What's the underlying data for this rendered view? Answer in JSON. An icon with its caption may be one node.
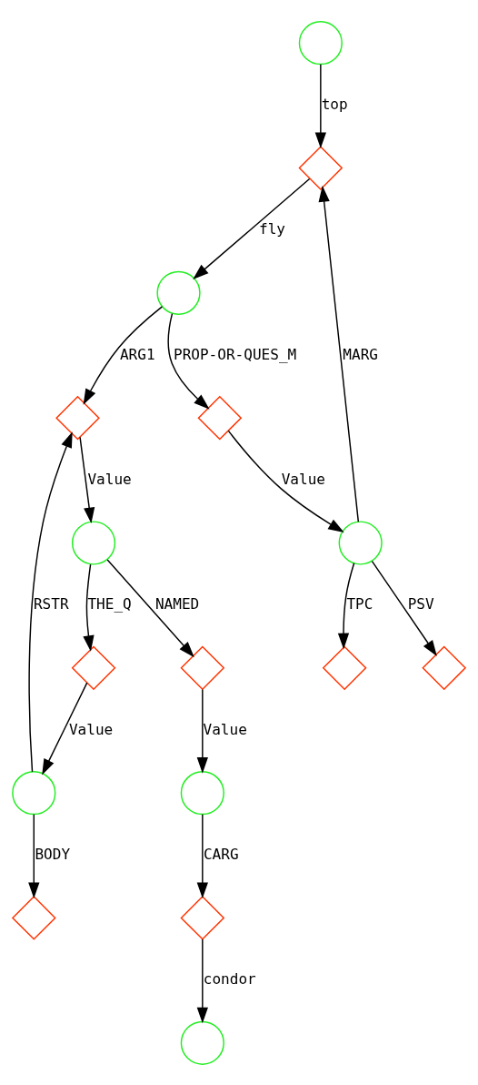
{
  "diagram": {
    "nodes": [
      {
        "text": [],
        "shape": "circle"
      },
      {
        "text": [],
        "shape": "diamond"
      },
      {
        "text": [],
        "shape": "circle"
      },
      {
        "text": [],
        "shape": "diamond"
      },
      {
        "text": [],
        "shape": "diamond"
      },
      {
        "text": [],
        "shape": "circle"
      },
      {
        "text": [],
        "shape": "circle"
      },
      {
        "text": [],
        "shape": "diamond"
      },
      {
        "text": [],
        "shape": "diamond"
      },
      {
        "text": [],
        "shape": "diamond"
      },
      {
        "text": [],
        "shape": "diamond"
      },
      {
        "text": [],
        "shape": "circle"
      },
      {
        "text": [],
        "shape": "circle"
      },
      {
        "text": [],
        "shape": "diamond"
      },
      {
        "text": [],
        "shape": "diamond"
      },
      {
        "text": [],
        "shape": "circle"
      }
    ],
    "edges": [
      {
        "from": 0,
        "to": 1,
        "arrow": "to",
        "label": "top"
      },
      {
        "from": 1,
        "to": 2,
        "arrow": "to",
        "label": "fly"
      },
      {
        "from": 2,
        "to": 3,
        "arrow": "to",
        "label": "ARG1"
      },
      {
        "from": 2,
        "to": 4,
        "arrow": "to",
        "label": "PROP-OR-QUES_M"
      },
      {
        "from": 6,
        "to": 1,
        "arrow": "to",
        "label": "MARG"
      },
      {
        "from": 3,
        "to": 5,
        "arrow": "to",
        "label": "Value"
      },
      {
        "from": 4,
        "to": 6,
        "arrow": "to",
        "label": "Value"
      },
      {
        "from": 11,
        "to": 3,
        "arrow": "to",
        "label": "RSTR"
      },
      {
        "from": 5,
        "to": 7,
        "arrow": "to",
        "label": "THE_Q"
      },
      {
        "from": 5,
        "to": 8,
        "arrow": "to",
        "label": "NAMED"
      },
      {
        "from": 6,
        "to": 9,
        "arrow": "to",
        "label": "TPC"
      },
      {
        "from": 6,
        "to": 10,
        "arrow": "to",
        "label": "PSV"
      },
      {
        "from": 7,
        "to": 11,
        "arrow": "to",
        "label": "Value"
      },
      {
        "from": 8,
        "to": 12,
        "arrow": "to",
        "label": "Value"
      },
      {
        "from": 11,
        "to": 13,
        "arrow": "to",
        "label": "BODY"
      },
      {
        "from": 12,
        "to": 14,
        "arrow": "to",
        "label": "CARG"
      },
      {
        "from": 14,
        "to": 15,
        "arrow": "to",
        "label": "condor"
      }
    ]
  }
}
